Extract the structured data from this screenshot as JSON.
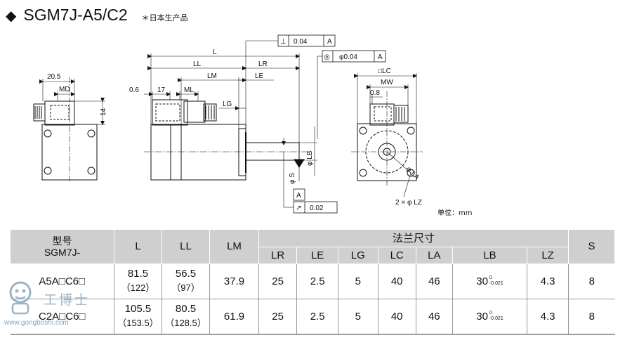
{
  "title": {
    "bullet": "◆",
    "model": "SGM7J-A5/C2",
    "note": "＊日本生产品"
  },
  "drawing": {
    "dims": {
      "d_20_5": "20.5",
      "md": "MD",
      "d_14": "14",
      "d_0_6": "0.6",
      "d_17": "17",
      "ml": "ML",
      "l": "L",
      "ll": "LL",
      "lm": "LM",
      "lr": "LR",
      "le": "LE",
      "lg": "LG",
      "lb": "φ LB",
      "s": "φ S",
      "lc": "□LC",
      "mw": "MW",
      "d_0_8": "0.8",
      "la": "φ LA",
      "lz": "2 × φ LZ"
    },
    "tolerances": {
      "perp_symbol": "⊥",
      "perp_value": "0.04",
      "perp_datum": "A",
      "conc_symbol": "◎",
      "conc_value": "φ0.04",
      "conc_datum": "A",
      "runout_symbol": "↗",
      "runout_value": "0.02",
      "datum_a": "A"
    },
    "unit": "单位：mm"
  },
  "table": {
    "headers": {
      "model_line1": "型号",
      "model_line2": "SGM7J-",
      "l": "L",
      "ll": "LL",
      "lm": "LM",
      "flange": "法兰尺寸",
      "s": "S",
      "sub": [
        "LR",
        "LE",
        "LG",
        "LC",
        "LA",
        "LB",
        "LZ"
      ]
    },
    "rows": [
      {
        "model": "A5A□C6□",
        "l": "81.5",
        "l_alt": "（122）",
        "ll": "56.5",
        "ll_alt": "（97）",
        "lm": "37.9",
        "lr": "25",
        "le": "2.5",
        "lg": "5",
        "lc": "40",
        "la": "46",
        "lb": "30",
        "lb_tol_upper": "0",
        "lb_tol_lower": "-0.021",
        "lz": "4.3",
        "s": "8"
      },
      {
        "model": "C2A□C6□",
        "l": "105.5",
        "l_alt": "（153.5）",
        "ll": "80.5",
        "ll_alt": "（128.5）",
        "lm": "61.9",
        "lr": "25",
        "le": "2.5",
        "lg": "5",
        "lc": "40",
        "la": "46",
        "lb": "30",
        "lb_tol_upper": "0",
        "lb_tol_lower": "-0.021",
        "lz": "4.3",
        "s": "8"
      }
    ]
  },
  "watermark": {
    "chars": "工博士",
    "url": "www.gongboshi.com"
  }
}
